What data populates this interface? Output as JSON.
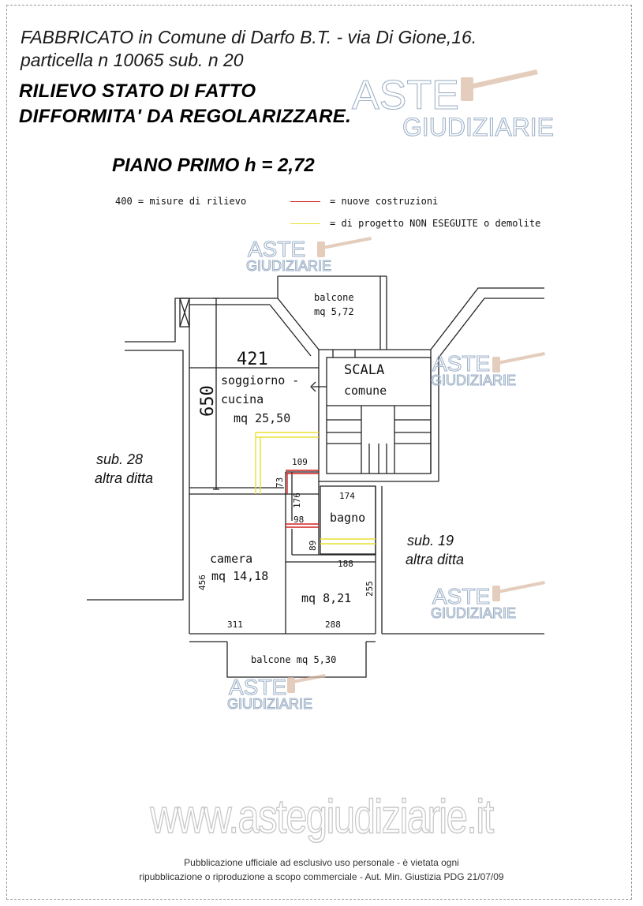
{
  "header": {
    "line1": "FABBRICATO in Comune di Darfo B.T. - via Di Gione,16.",
    "line2": "particella n 10065 sub. n 20",
    "line3": "RILIEVO STATO DI FATTO",
    "line4": "DIFFORMITA' DA REGOLARIZZARE."
  },
  "plan_title": "PIANO PRIMO h = 2,72",
  "legend": {
    "measures": "400 = misure di rilievo",
    "new_construction": "= nuove costruzioni",
    "not_executed": "= di progetto NON ESEGUITE o demolite",
    "new_construction_color": "#d42020",
    "not_executed_color": "#e8e030"
  },
  "watermark": {
    "brand_top": "ASTE",
    "brand_bottom": "GIUDIZIARIE",
    "color": "#9fb2c8",
    "url": "www.astegiudiziarie.it"
  },
  "rooms": {
    "balcone_top": "balcone",
    "balcone_top_area": "mq 5,72",
    "scala": "SCALA",
    "scala_sub": "comune",
    "soggiorno": "soggiorno -",
    "cucina": "cucina",
    "soggiorno_area": "mq 25,50",
    "bagno": "bagno",
    "camera": "camera",
    "camera_area": "mq 14,18",
    "third_area": "mq 8,21",
    "balcone_bottom": "balcone mq 5,30"
  },
  "dimensions": {
    "d421": "421",
    "d650": "650",
    "d109": "109",
    "d73": "73",
    "d176": "176",
    "d98": "98",
    "d89": "89",
    "d174": "174",
    "d188": "188",
    "d456": "456",
    "d311": "311",
    "d288": "288",
    "d255": "255"
  },
  "neighbors": {
    "left_sub": "sub. 28",
    "left_owner": "altra ditta",
    "right_sub": "sub. 19",
    "right_owner": "altra ditta"
  },
  "footer": {
    "line1": "Pubblicazione ufficiale ad esclusivo uso personale - è vietata ogni",
    "line2": "ripubblicazione o riproduzione a scopo commerciale - Aut. Min. Giustizia PDG 21/07/09"
  }
}
